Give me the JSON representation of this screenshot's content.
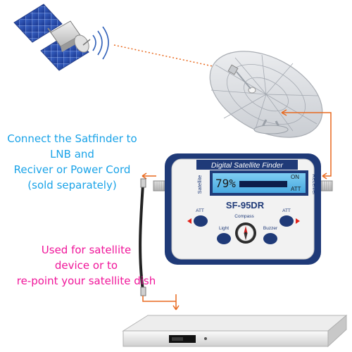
{
  "captions": {
    "connect": [
      "Connect the Satfinder to",
      "LNB and",
      "Reciver or Power Cord",
      "(sold separately)"
    ],
    "use": [
      "Used for satellite",
      "device or to",
      "re-point your satellite dish"
    ]
  },
  "device": {
    "title": "Digital Satellite Finder",
    "model": "SF-95DR",
    "lcd_percent": "79%",
    "lcd_on": "ON",
    "lcd_att": "ATT",
    "side_left": "Satellite",
    "side_right": "Receiver",
    "compass_label": "Compass",
    "att_left": "ATT",
    "att_right": "ATT",
    "light_label": "Light",
    "buzzer_label": "Buzzer"
  },
  "colors": {
    "caption_blue": "#1aa3e8",
    "caption_pink": "#f0169a",
    "connector_orange": "#e8691e",
    "device_navy": "#1f3a78",
    "lcd_blue": "#5bb8ea"
  },
  "icons": [
    "satellite-icon",
    "signal-waves-icon",
    "dish-icon",
    "compass-icon",
    "receiver-box-icon"
  ]
}
